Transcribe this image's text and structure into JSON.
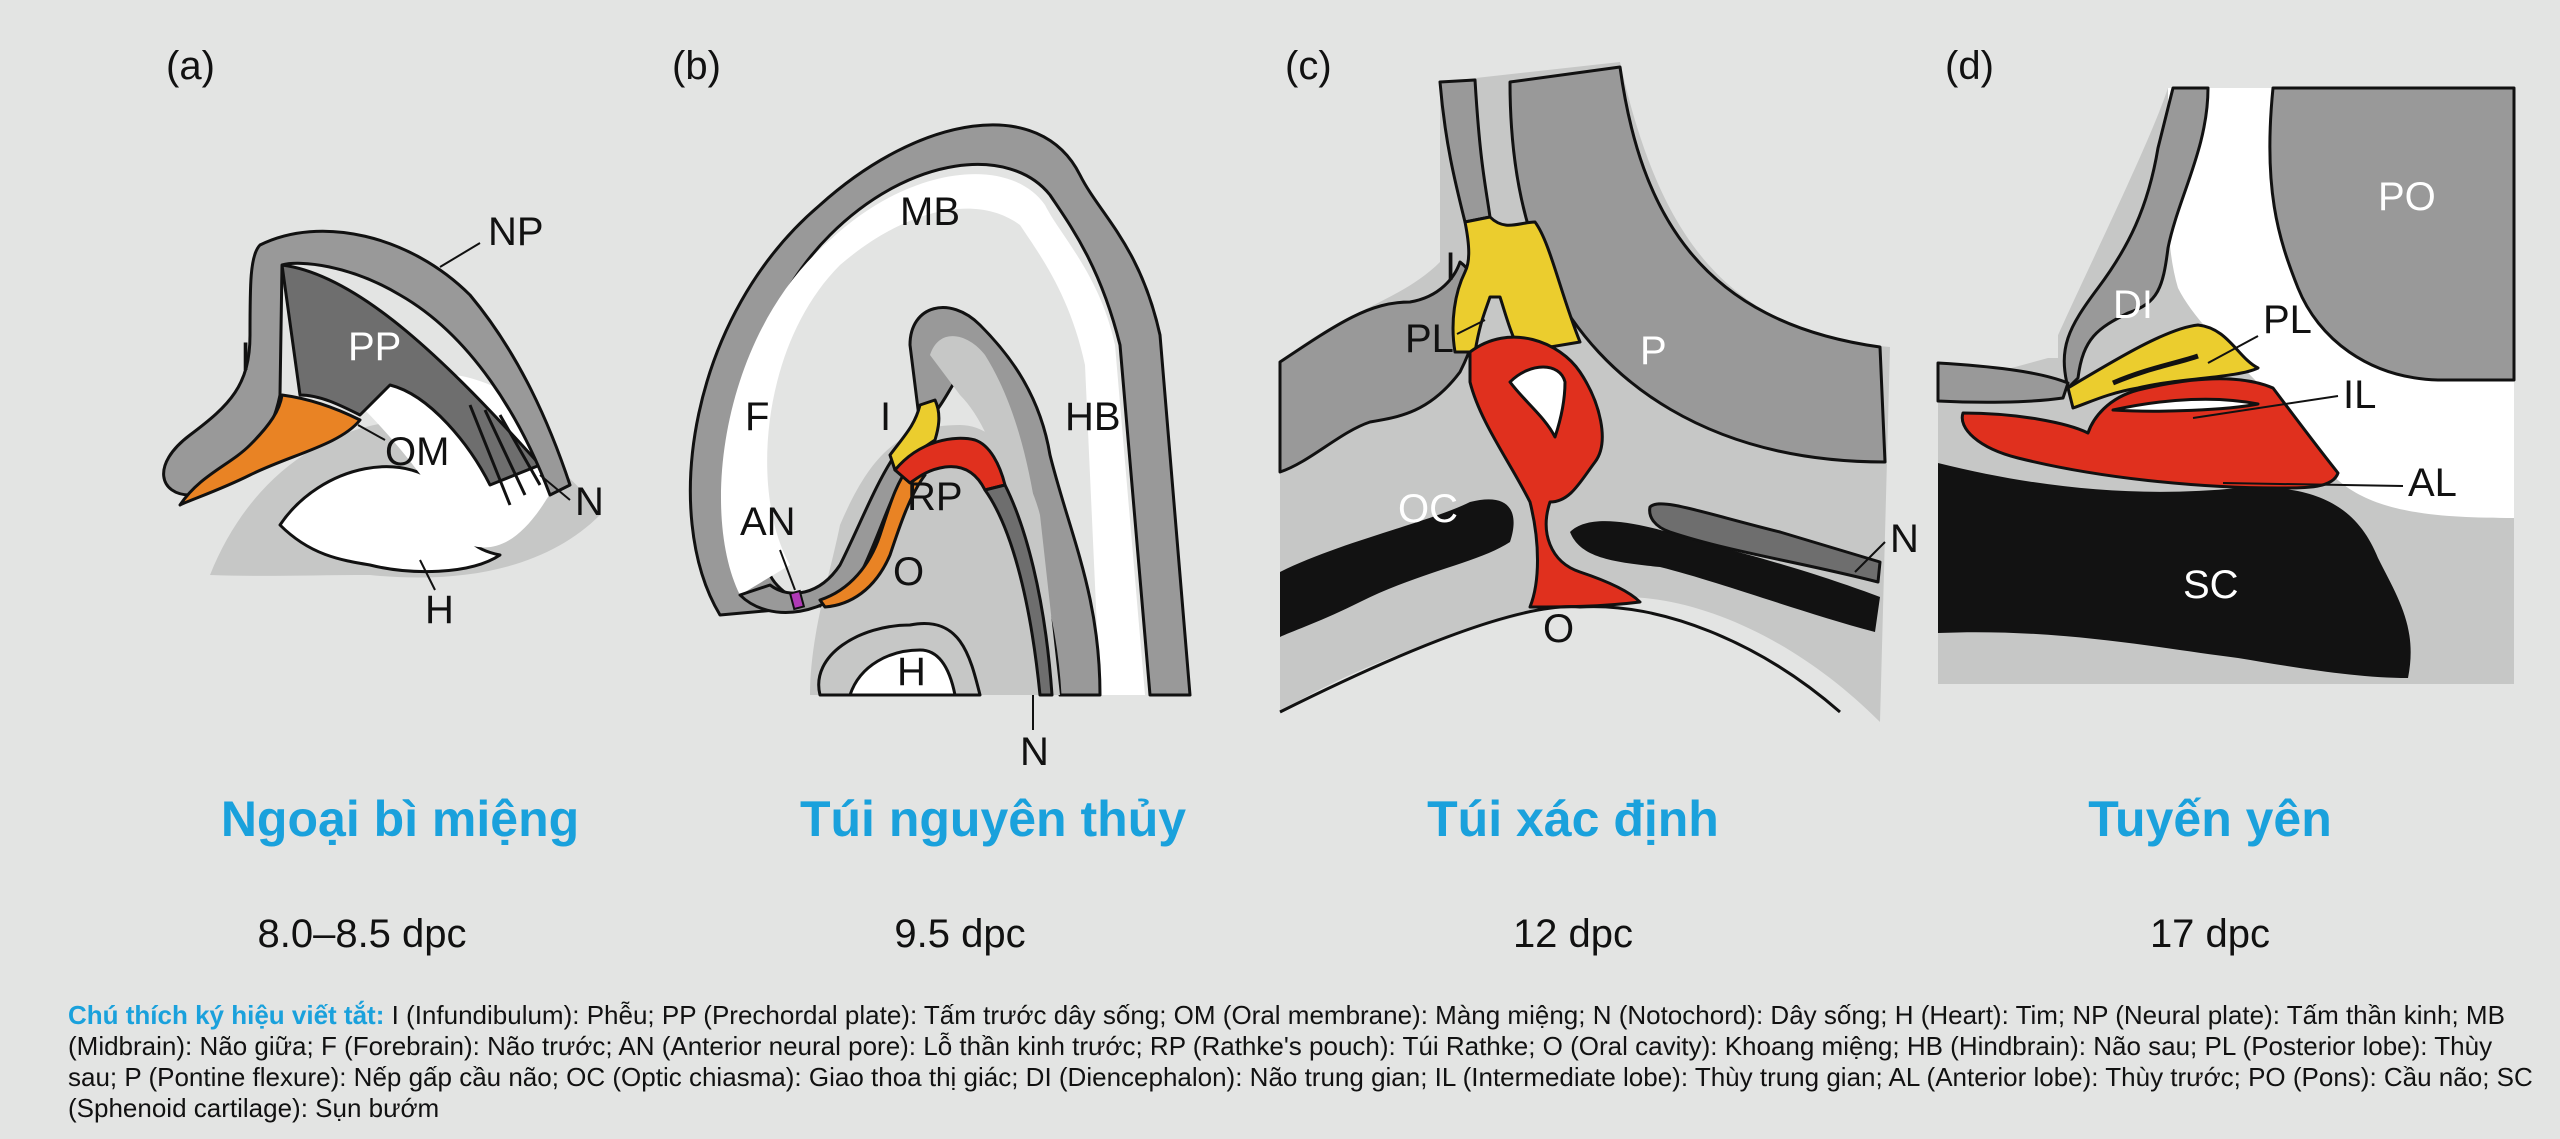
{
  "colors": {
    "background": "#e3e4e3",
    "accent_title": "#1aa1dc",
    "light_gray": "#c6c7c6",
    "mid_gray": "#999999",
    "dark_gray": "#6e6e6e",
    "orange": "#e98324",
    "yellow": "#ebcd2e",
    "red": "#e0301e",
    "magenta": "#b03ab6",
    "black": "#121212",
    "white": "#ffffff"
  },
  "panels": [
    {
      "letter": "(a)",
      "title": "Ngoại bì miệng",
      "age": "8.0–8.5 dpc",
      "labels": {
        "NP": "NP",
        "PP": "PP",
        "I": "I",
        "OM": "OM",
        "N": "N",
        "H": "H"
      }
    },
    {
      "letter": "(b)",
      "title": "Túi nguyên thủy",
      "age": "9.5 dpc",
      "labels": {
        "MB": "MB",
        "F": "F",
        "I": "I",
        "HB": "HB",
        "AN": "AN",
        "RP": "RP",
        "O": "O",
        "H": "H",
        "N": "N"
      }
    },
    {
      "letter": "(c)",
      "title": "Túi xác định",
      "age": "12 dpc",
      "labels": {
        "I": "I",
        "PL": "PL",
        "P": "P",
        "OC": "OC",
        "N": "N",
        "O": "O"
      }
    },
    {
      "letter": "(d)",
      "title": "Tuyến yên",
      "age": "17 dpc",
      "labels": {
        "PO": "PO",
        "DI": "DI",
        "PL": "PL",
        "IL": "IL",
        "AL": "AL",
        "SC": "SC"
      }
    }
  ],
  "legend": {
    "lead": "Chú thích ký hiệu viết tắt:",
    "text": " I (Infundibulum): Phễu; PP (Prechordal plate): Tấm trước dây sống; OM (Oral membrane): Màng miệng; N (Notochord): Dây sống; H (Heart): Tim; NP (Neural plate): Tấm thần kinh; MB (Midbrain): Não giữa; F (Forebrain): Não trước; AN (Anterior neural pore): Lỗ thần kinh trước; RP (Rathke's pouch): Túi Rathke; O (Oral cavity): Khoang miệng; HB (Hindbrain): Não sau; PL (Posterior lobe): Thùy sau; P (Pontine flexure): Nếp gấp cầu não; OC (Optic chiasma): Giao thoa thị giác; DI (Diencephalon): Não trung gian; IL (Intermediate lobe): Thùy trung gian; AL (Anterior lobe): Thùy trước; PO (Pons): Cầu não; SC (Sphenoid cartilage): Sụn bướm"
  }
}
